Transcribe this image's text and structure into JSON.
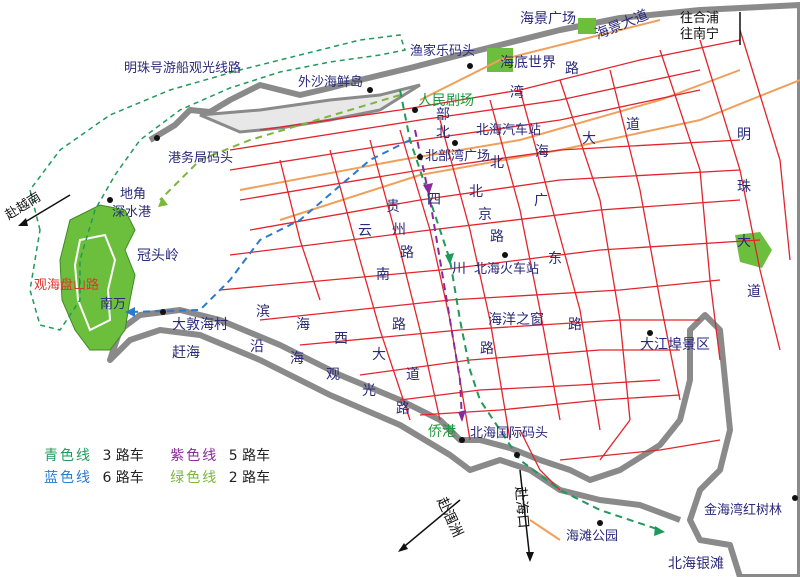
{
  "colors": {
    "road_red": "#e2242c",
    "road_orange": "#f0a05a",
    "coast_gray": "#8a8a8a",
    "green_area": "#6cbf3c",
    "label_blue": "#2a2a7a",
    "route_cyan": "#1f9a5a",
    "route_purple": "#8a2a9a",
    "route_blue": "#2a7ad0",
    "route_green": "#7ab83a"
  },
  "places": {
    "haijing_square": "海景广场",
    "haijing_avenue": "海景大道",
    "to_hepu": "往合浦",
    "to_nanning": "往南宁",
    "yujiale_pier": "渔家乐码头",
    "haidi_shijie": "海底世界",
    "waisha_island": "外沙海鲜岛",
    "mingzhu_cruise": "明珠号游船观光线路",
    "renmin_theater": "人民剧场",
    "beihai_bus_station": "北海汽车站",
    "beibu_square": "北部湾广场",
    "port_pier": "港务局码头",
    "dijiao": "地角",
    "deepwater_port": "深水港",
    "to_vietnam": "赴越南",
    "guantouling": "冠头岭",
    "guanhai_road": "观海盘山路",
    "nanwan": "南万",
    "dadun_village": "大敦海村",
    "gan_hai": "赶海",
    "beihai_train_station": "北海火车站",
    "ocean_window": "海洋之窗",
    "dajiangbu": "大江埠景区",
    "qiaogang": "侨港",
    "intl_pier": "北海国际码头",
    "to_weizhou": "赴涠洲",
    "to_haikou": "赴海口",
    "haitan_park": "海滩公园",
    "silver_beach": "北海银滩",
    "jinhaiwan_mangrove": "金海湾红树林"
  },
  "streets": {
    "beibuwan_road": [
      "北",
      "部",
      "湾"
    ],
    "beibuwan_road2": [
      "路"
    ],
    "haijiao_avenue": [
      "海",
      "大",
      "道"
    ],
    "beijing_road": [
      "北",
      "京",
      "路"
    ],
    "sichuan_road": [
      "四",
      "川",
      "路"
    ],
    "guizhou_road": [
      "贵",
      "州",
      "路"
    ],
    "yunnan_road": [
      "云",
      "南",
      "路"
    ],
    "guangdong_road": [
      "广",
      "东",
      "路"
    ],
    "binhai_west": [
      "滨",
      "海",
      "西",
      "大",
      "道"
    ],
    "yanhai_guanguang": [
      "沿",
      "海",
      "观",
      "光",
      "路"
    ],
    "mingzhu_avenue": [
      "明",
      "珠",
      "大",
      "道"
    ],
    "north_bei": "北"
  },
  "legend": [
    {
      "name": "青色线",
      "route": "3 路车",
      "color": "#1f9a5a"
    },
    {
      "name": "紫色线",
      "route": "5 路车",
      "color": "#8a2a9a"
    },
    {
      "name": "蓝色线",
      "route": "6 路车",
      "color": "#2a7ad0"
    },
    {
      "name": "绿色线",
      "route": "2 路车",
      "color": "#7ab83a"
    }
  ]
}
